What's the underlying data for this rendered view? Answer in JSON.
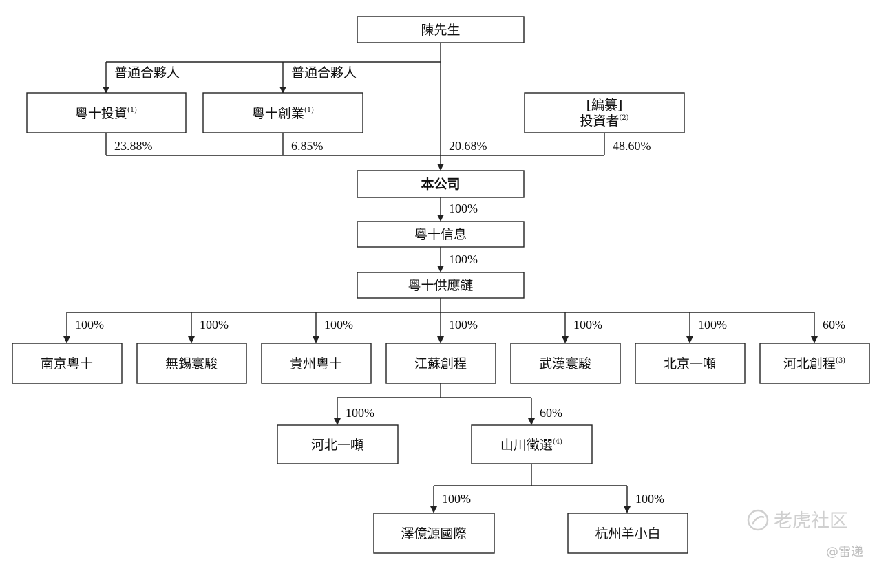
{
  "nodes": {
    "chen": {
      "label": "陳先生",
      "note": ""
    },
    "yueshi_invest": {
      "label": "粵十投資",
      "note": "(1)"
    },
    "yueshi_venture": {
      "label": "粵十創業",
      "note": "(1)"
    },
    "redacted": {
      "label": "[編纂]",
      "note": ""
    },
    "investors": {
      "label": "投資者",
      "note": "(2)"
    },
    "company": {
      "label": "本公司",
      "note": ""
    },
    "yueshi_info": {
      "label": "粵十信息",
      "note": ""
    },
    "yueshi_supply": {
      "label": "粵十供應鏈",
      "note": ""
    },
    "nanjing": {
      "label": "南京粵十",
      "note": ""
    },
    "wuxi": {
      "label": "無錫寰駿",
      "note": ""
    },
    "guizhou": {
      "label": "貴州粵十",
      "note": ""
    },
    "jiangsu": {
      "label": "江蘇創程",
      "note": ""
    },
    "wuhan": {
      "label": "武漢寰駿",
      "note": ""
    },
    "beijing": {
      "label": "北京一噸",
      "note": ""
    },
    "hebei_cc": {
      "label": "河北創程",
      "note": "(3)"
    },
    "hebei_yd": {
      "label": "河北一噸",
      "note": ""
    },
    "shanchuan": {
      "label": "山川徵選",
      "note": "(4)"
    },
    "zeyi": {
      "label": "澤億源國際",
      "note": ""
    },
    "hangzhou": {
      "label": "杭州羊小白",
      "note": ""
    }
  },
  "edges": {
    "gp_left": "普通合夥人",
    "gp_right": "普通合夥人",
    "invest_pct": "23.88%",
    "venture_pct": "6.85%",
    "chen_pct": "20.68%",
    "investors_pct": "48.60%",
    "company_info": "100%",
    "info_supply": "100%",
    "nanjing": "100%",
    "wuxi": "100%",
    "guizhou": "100%",
    "jiangsu": "100%",
    "wuhan": "100%",
    "beijing": "100%",
    "hebei_cc": "60%",
    "hebei_yd": "100%",
    "shanchuan": "60%",
    "zeyi": "100%",
    "hangzhou": "100%"
  },
  "watermark": {
    "brand": "老虎社区",
    "handle": "@雷递"
  }
}
